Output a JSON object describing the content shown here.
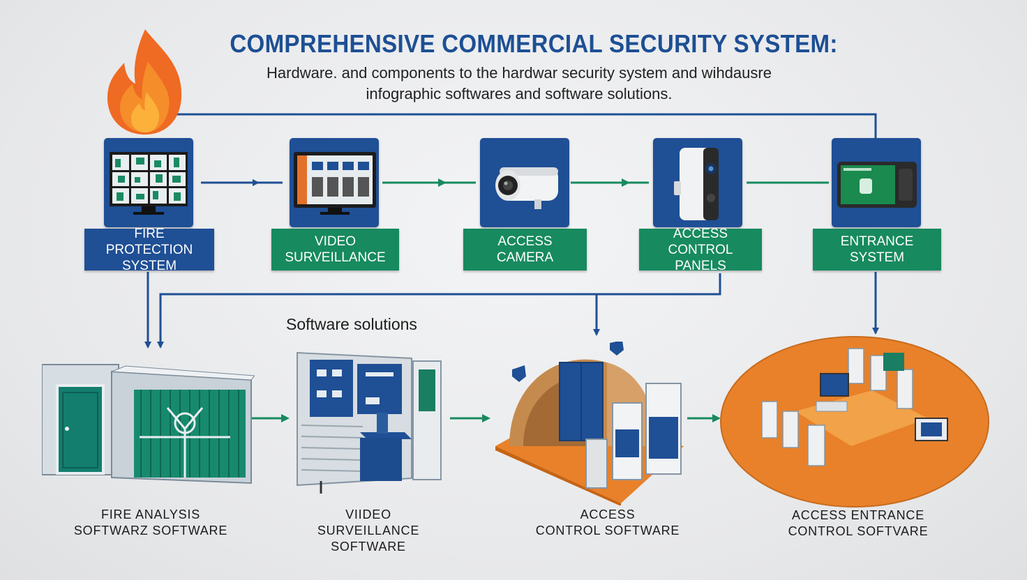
{
  "header": {
    "title": "COMPREHENSIVE COMMERCIAL SECURITY SYSTEM:",
    "subtitle_line1": "Hardware. and components to the hardwar security system and wihdausre",
    "subtitle_line2": "infographic softwares and software solutions."
  },
  "hardware": [
    {
      "line1": "FIRE",
      "line2": "PROTECTION SYSTEM",
      "icon": "monitor-grid-icon"
    },
    {
      "line1": "VIDEO",
      "line2": "SURVEILLANCE",
      "icon": "monitor-dashboard-icon"
    },
    {
      "line1": "ACCESS",
      "line2": "CAMERA",
      "icon": "bullet-camera-icon"
    },
    {
      "line1": "ACCESS CONTROL",
      "line2": "PANELS",
      "icon": "doorbell-camera-icon"
    },
    {
      "line1": "ENTRANCE",
      "line2": "SYSTEM",
      "icon": "entrance-terminal-icon"
    }
  ],
  "software_heading": "Software solutions",
  "software": [
    {
      "line1": "FIRE ANALYSIS",
      "line2": "SOFTWARZ SOFTWARE"
    },
    {
      "line1": "VIIDEO",
      "line2": "SURVEILLANCE SOFTWARE"
    },
    {
      "line1": "ACCESS",
      "line2": "CONTROL SOFTWARE"
    },
    {
      "line1": "ACCESS ENTRANCE",
      "line2": "CONTROL SOFTVARE"
    }
  ],
  "colors": {
    "blue": "#1f4f95",
    "green": "#178a5f",
    "orange": "#e8812a",
    "flame": "#f06a1f"
  }
}
